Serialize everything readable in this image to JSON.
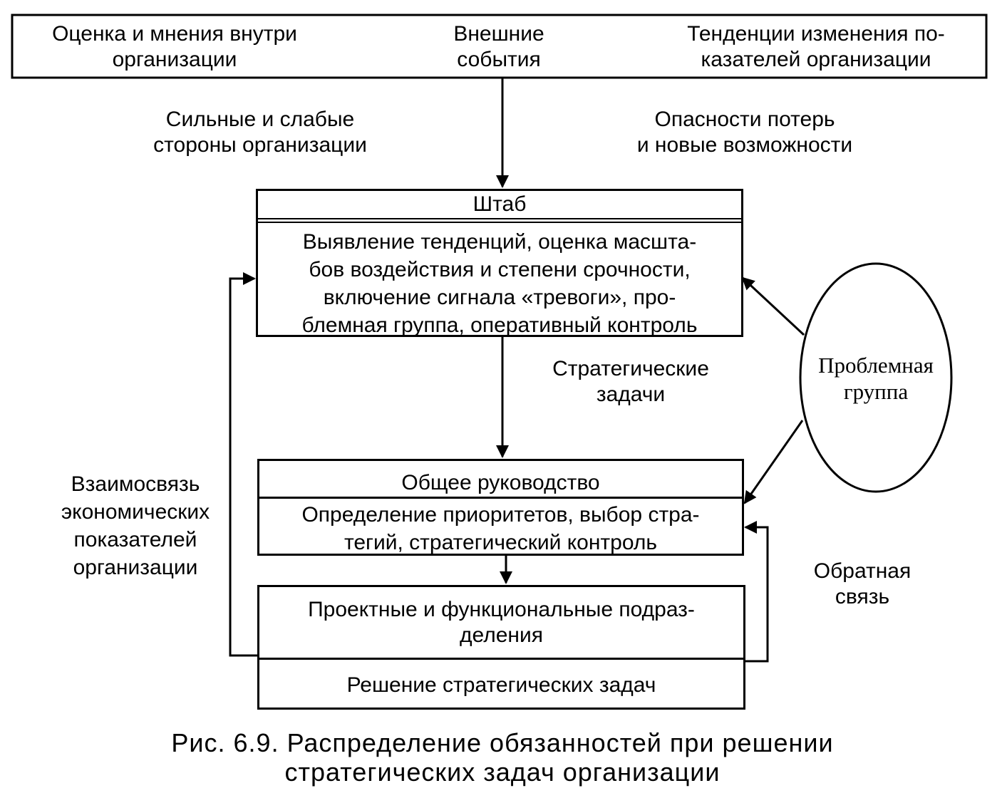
{
  "header": {
    "left": "Оценка и мнения внутри\nорганизации",
    "center": "Внешние\nсобытия",
    "right": "Тенденции изменения по-\nказателей организации"
  },
  "labels": {
    "strengths": "Сильные и слабые\nстороны организации",
    "threats": "Опасности потерь\nи новые возможности",
    "strategic_tasks": "Стратегические\nзадачи",
    "interrelation": "Взаимосвязь\nэкономических\nпоказателей\nорганизации",
    "feedback": "Обратная\nсвязь"
  },
  "boxes": {
    "staff": {
      "title": "Штаб",
      "body": "Выявление тенденций, оценка масшта-\nбов воздействия и степени срочности,\nвключение сигнала «тревоги», про-\nблемная группа, оперативный контроль"
    },
    "management": {
      "title": "Общее руководство",
      "body": "Определение приоритетов, выбор стра-\nтегий, стратегический контроль"
    },
    "departments": {
      "title": "Проектные и функциональные подраз-\nделения",
      "body": "Решение стратегических задач"
    }
  },
  "problem_group": "Проблемная\nгруппа",
  "caption": "Рис. 6.9. Распределение обязанностей при решении\nстратегических задач организации"
}
